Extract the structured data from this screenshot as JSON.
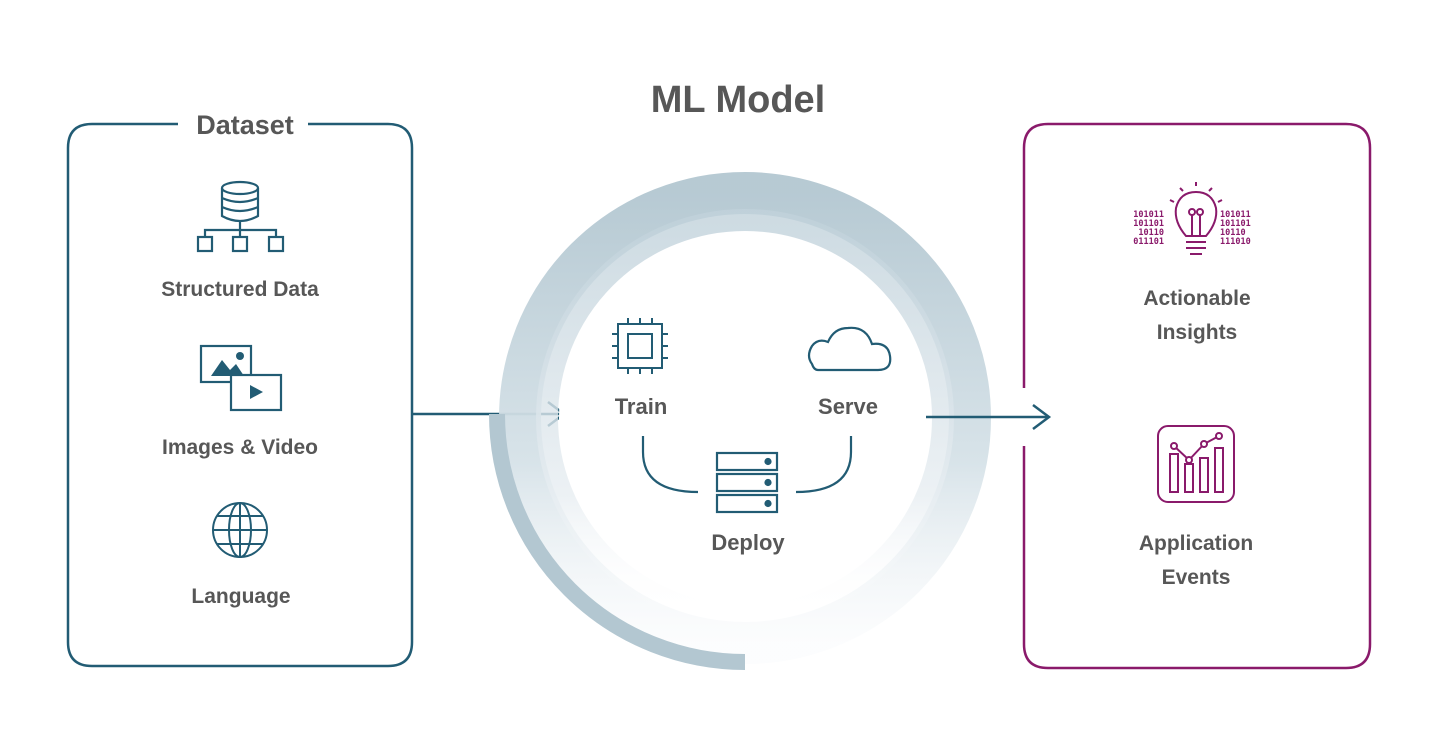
{
  "title": "ML Model",
  "dataset": {
    "heading": "Dataset",
    "items": [
      {
        "label": "Structured Data",
        "icon": "database-icon"
      },
      {
        "label": "Images & Video",
        "icon": "media-icon"
      },
      {
        "label": "Language",
        "icon": "globe-icon"
      }
    ]
  },
  "cycle": {
    "train": {
      "label": "Train",
      "icon": "chip-icon"
    },
    "serve": {
      "label": "Serve",
      "icon": "cloud-icon"
    },
    "deploy": {
      "label": "Deploy",
      "icon": "server-icon"
    }
  },
  "outputs": {
    "insights": {
      "line1": "Actionable",
      "line2": "Insights",
      "icon": "lightbulb-binary-icon",
      "binary_left": [
        "101011",
        "101101",
        "10110",
        "011101"
      ],
      "binary_right": [
        "101011",
        "101101",
        "10110",
        "111010"
      ]
    },
    "events": {
      "line1": "Application",
      "line2": "Events",
      "icon": "analytics-chart-icon"
    }
  },
  "colors": {
    "teal": "#225c74",
    "purple": "#8a1a6b",
    "ring": "#b3c7d1",
    "text": "#575757"
  }
}
